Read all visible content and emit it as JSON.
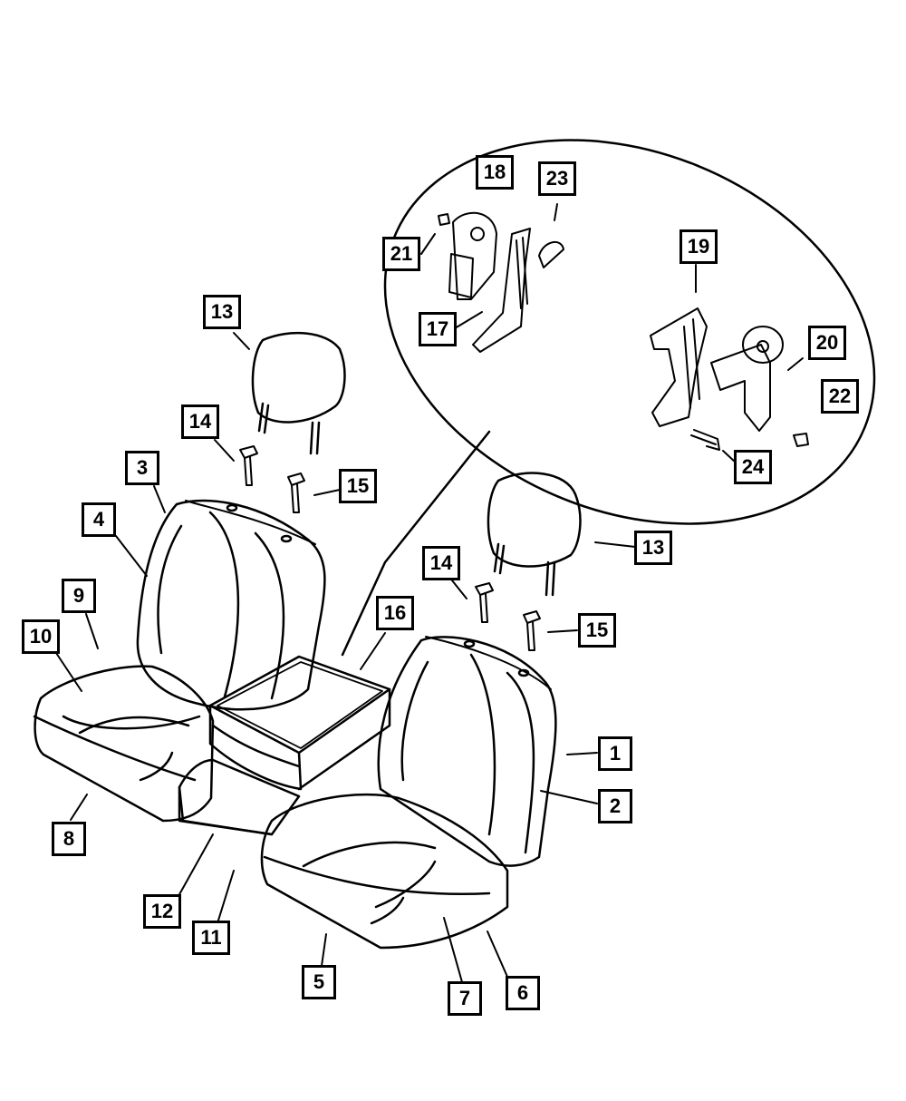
{
  "callouts": {
    "c1": "1",
    "c2": "2",
    "c3": "3",
    "c4": "4",
    "c5": "5",
    "c6": "6",
    "c7": "7",
    "c8": "8",
    "c9": "9",
    "c10": "10",
    "c11": "11",
    "c12": "12",
    "c13a": "13",
    "c13b": "13",
    "c14a": "14",
    "c14b": "14",
    "c15a": "15",
    "c15b": "15",
    "c16": "16",
    "c17": "17",
    "c18": "18",
    "c19": "19",
    "c20": "20",
    "c21": "21",
    "c22": "22",
    "c23": "23",
    "c24": "24"
  }
}
